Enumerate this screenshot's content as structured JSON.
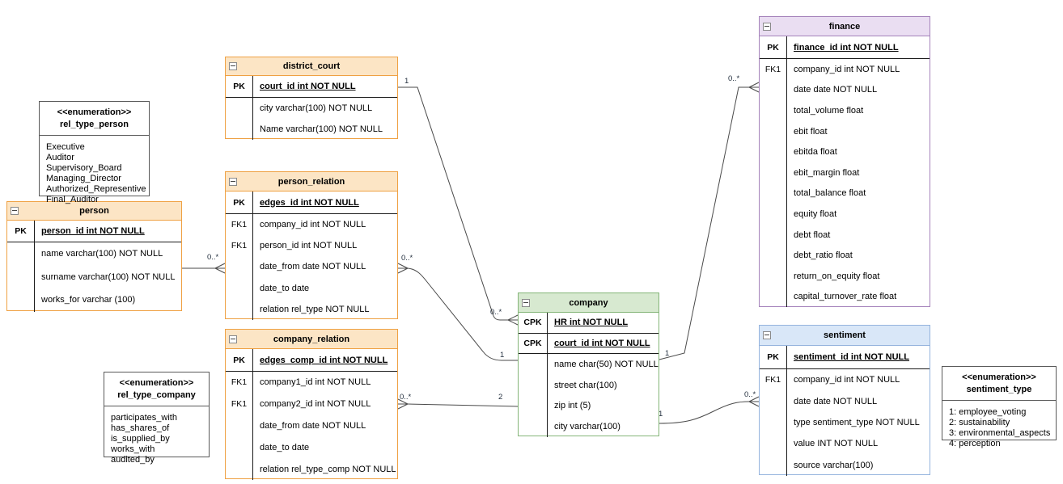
{
  "entities": {
    "person": {
      "title": "person",
      "key_rows": [
        {
          "k": "PK",
          "f": "person_id int NOT NULL"
        }
      ],
      "rows": [
        {
          "f": "name varchar(100) NOT NULL"
        },
        {
          "f": "surname varchar(100) NOT NULL"
        },
        {
          "f": "works_for varchar (100)"
        }
      ]
    },
    "district_court": {
      "title": "district_court",
      "key_rows": [
        {
          "k": "PK",
          "f": "court_id int NOT NULL"
        }
      ],
      "rows": [
        {
          "f": "city varchar(100) NOT NULL"
        },
        {
          "f": "Name varchar(100) NOT NULL"
        }
      ]
    },
    "person_relation": {
      "title": "person_relation",
      "key_rows": [
        {
          "k": "PK",
          "f": "edges_id int NOT NULL"
        }
      ],
      "rows": [
        {
          "k": "FK1",
          "f": "company_id int NOT NULL"
        },
        {
          "k": "FK1",
          "f": "person_id int NOT NULL"
        },
        {
          "f": "date_from date NOT NULL"
        },
        {
          "f": "date_to date"
        },
        {
          "f": "relation rel_type NOT NULL"
        }
      ]
    },
    "company_relation": {
      "title": "company_relation",
      "key_rows": [
        {
          "k": "PK",
          "f": "edges_comp_id int NOT NULL"
        }
      ],
      "rows": [
        {
          "k": "FK1",
          "f": "company1_id int NOT NULL"
        },
        {
          "k": "FK1",
          "f": "company2_id int NOT NULL"
        },
        {
          "f": "date_from date NOT NULL"
        },
        {
          "f": "date_to date"
        },
        {
          "f": "relation rel_type_comp NOT NULL"
        }
      ]
    },
    "company": {
      "title": "company",
      "key_rows": [
        {
          "k": "CPK",
          "f": "HR int NOT NULL"
        },
        {
          "k": "CPK",
          "f": "court_id int NOT NULL"
        }
      ],
      "rows": [
        {
          "f": "name char(50) NOT NULL"
        },
        {
          "f": "street char(100)"
        },
        {
          "f": "zip int (5)"
        },
        {
          "f": "city varchar(100)"
        }
      ]
    },
    "finance": {
      "title": "finance",
      "key_rows": [
        {
          "k": "PK",
          "f": "finance_id int NOT NULL"
        }
      ],
      "rows": [
        {
          "k": "FK1",
          "f": "company_id int NOT NULL"
        },
        {
          "f": "date date NOT NULL"
        },
        {
          "f": "total_volume float"
        },
        {
          "f": "ebit float"
        },
        {
          "f": "ebitda float"
        },
        {
          "f": "ebit_margin float"
        },
        {
          "f": "total_balance float"
        },
        {
          "f": "equity float"
        },
        {
          "f": "debt float"
        },
        {
          "f": "debt_ratio float"
        },
        {
          "f": "return_on_equity float"
        },
        {
          "f": "capital_turnover_rate float"
        }
      ]
    },
    "sentiment": {
      "title": "sentiment",
      "key_rows": [
        {
          "k": "PK",
          "f": "sentiment_id int NOT NULL"
        }
      ],
      "rows": [
        {
          "k": "FK1",
          "f": "company_id int NOT NULL"
        },
        {
          "f": "date date NOT NULL"
        },
        {
          "f": "type sentiment_type NOT NULL"
        },
        {
          "f": "value INT NOT NULL"
        },
        {
          "f": "source varchar(100)"
        }
      ]
    }
  },
  "enums": {
    "rel_type_person": {
      "stereotype": "<<enumeration>>",
      "name": "rel_type_person",
      "values": [
        "Executive",
        "Auditor",
        "Supervisory_Board",
        "Managing_Director",
        "Authorized_Representive",
        "Final_Auditor"
      ]
    },
    "rel_type_company": {
      "stereotype": "<<enumeration>>",
      "name": "rel_type_company",
      "values": [
        "participates_with",
        "has_shares_of",
        "is_supplied_by",
        "works_with",
        "audited_by"
      ]
    },
    "sentiment_type": {
      "stereotype": "<<enumeration>>",
      "name": "sentiment_type",
      "values": [
        "1: employee_voting",
        "2: sustainability",
        "3: environmental_aspects",
        "4: perception"
      ]
    }
  },
  "cards": {
    "r1_one": "1",
    "r1_many": "0..*",
    "r2_one": "1",
    "r2_many": "0..*",
    "r3_many": "0..*",
    "r3_one": "1",
    "r4_many": "0..*",
    "r4_two": "2",
    "r5_one": "1",
    "r5_many": "0..*",
    "r5_stray": "1",
    "r6_one": "1",
    "r6_many": "0..*"
  },
  "colors": {
    "orange_border": "#EFA143",
    "orange_header": "#FCE5C5",
    "green_border": "#84B578",
    "green_header": "#D7E9D0",
    "purple_border": "#A583BB",
    "purple_header": "#EADEF2",
    "blue_border": "#94B3DD",
    "blue_header": "#D9E7F8",
    "enum_border": "#595959",
    "relationship_line": "#4A4A4A"
  }
}
